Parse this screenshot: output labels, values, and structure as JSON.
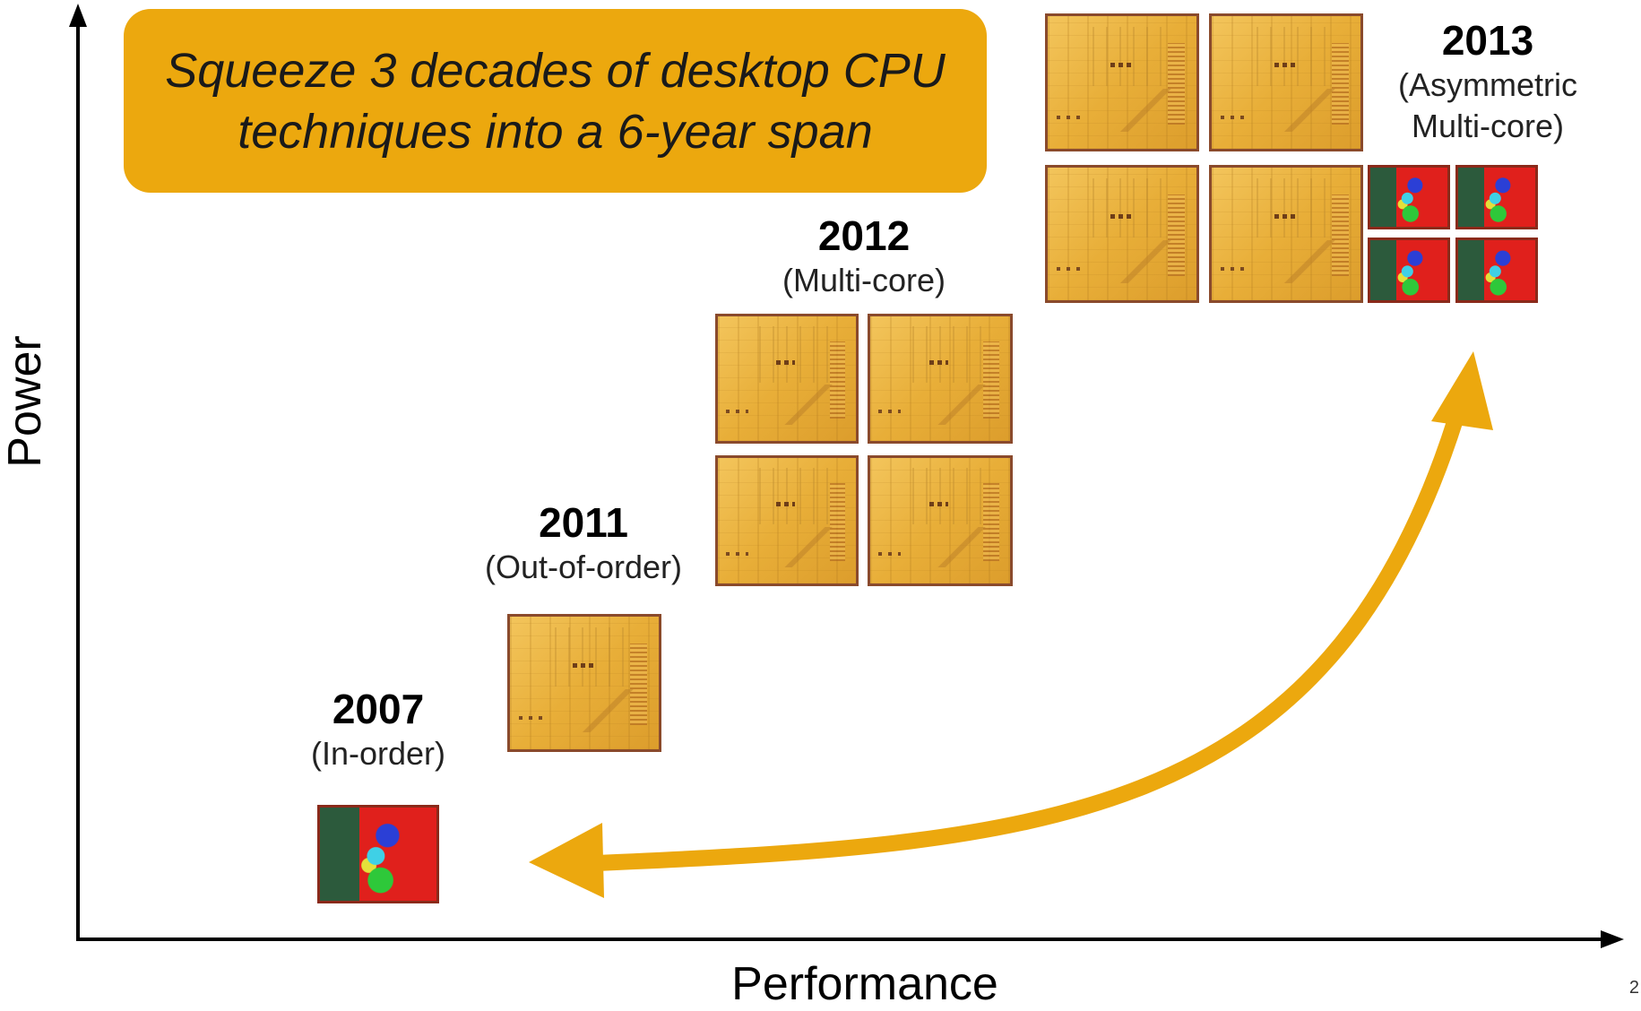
{
  "callout": {
    "line1": "Squeeze 3 decades of desktop CPU",
    "line2": "techniques into a 6-year span"
  },
  "axes": {
    "y_label": "Power",
    "x_label": "Performance"
  },
  "milestones": [
    {
      "year": "2007",
      "desc": "(In-order)"
    },
    {
      "year": "2011",
      "desc": "(Out-of-order)"
    },
    {
      "year": "2012",
      "desc": "(Multi-core)"
    },
    {
      "year": "2013",
      "desc_line1": "(Asymmetric",
      "desc_line2": "Multi-core)"
    }
  ],
  "page_number": "2",
  "colors": {
    "accent": "#eca80e",
    "axis": "#000000"
  }
}
